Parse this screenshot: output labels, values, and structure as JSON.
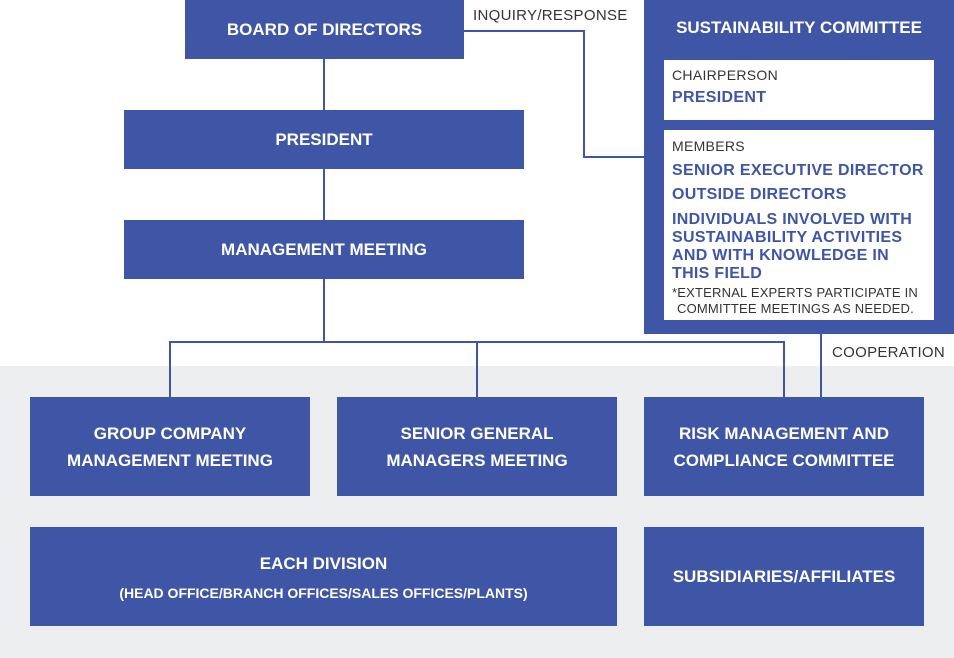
{
  "nodes": {
    "board": "BOARD OF DIRECTORS",
    "president": "PRESIDENT",
    "management_meeting": "MANAGEMENT MEETING",
    "group_company": [
      "GROUP COMPANY",
      "MANAGEMENT MEETING"
    ],
    "senior_gm": [
      "SENIOR GENERAL",
      "MANAGERS MEETING"
    ],
    "risk": [
      "RISK MANAGEMENT AND",
      "COMPLIANCE COMMITTEE"
    ],
    "each_division": "EACH DIVISION",
    "each_division_sub": "(HEAD OFFICE/BRANCH OFFICES/SALES OFFICES/PLANTS)",
    "subsidiaries": "SUBSIDIARIES/AFFILIATES"
  },
  "committee": {
    "title": "SUSTAINABILITY COMMITTEE",
    "chair_label": "CHAIRPERSON",
    "chair_value": "PRESIDENT",
    "members_label": "MEMBERS",
    "members": [
      "SENIOR EXECUTIVE DIRECTOR",
      "OUTSIDE DIRECTORS",
      "INDIVIDUALS INVOLVED WITH",
      "SUSTAINABILITY ACTIVITIES",
      "AND WITH KNOWLEDGE IN",
      "THIS FIELD"
    ],
    "note": [
      "*EXTERNAL EXPERTS PARTICIPATE IN",
      "COMMITTEE MEETINGS AS NEEDED."
    ]
  },
  "edge_labels": {
    "inquiry": "INQUIRY/RESPONSE",
    "cooperation": "COOPERATION"
  },
  "colors": {
    "box": "#3f55a5",
    "band": "#eceef0",
    "connector": "#3f55a5"
  }
}
